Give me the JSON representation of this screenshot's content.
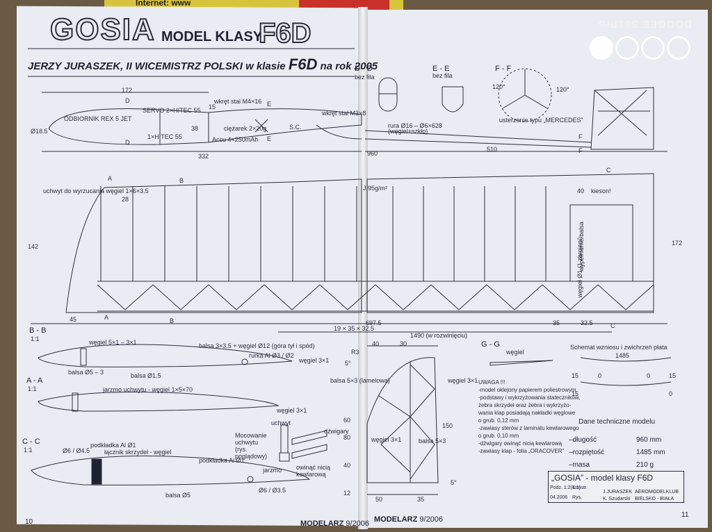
{
  "background": {
    "url_fragment": "Internet: www"
  },
  "header": {
    "title": "GOSIA",
    "subtitle": "MODEL KLASY",
    "class_code": "F6D",
    "author_line": "JERZY JURASZEK, II WICEMISTRZ POLSKI w klasie",
    "author_class": "F6D",
    "author_suffix": "na rok 2005"
  },
  "watermark": {
    "text": "DOOGEE S61Pro"
  },
  "fuselage": {
    "labels": [
      "ODBIORNIK REX 5 JET",
      "SERVO 2×HITEC 55",
      "1×HITEC 55",
      "wkręt stal M4×16",
      "wkręt stal M3×8",
      "ciężarek 2×20g",
      "Accu 4×250mAh",
      "S.C.",
      "rura Ø16 – Ø6×628",
      "(węgiel+szkło)"
    ],
    "dims": [
      "172",
      "332",
      "960",
      "510",
      "Ø18.5",
      "38",
      "15"
    ]
  },
  "sections": {
    "dd": "D - D",
    "dd_note": "bez fila",
    "ee": "E - E",
    "ee_note": "bez fila",
    "ff": "F - F",
    "ff_note": "usterzenie typu „MERCEDES”",
    "angles": [
      "120°",
      "120°"
    ],
    "bb": "B - B",
    "aa": "A - A",
    "cc": "C - C",
    "gg": "G - G",
    "scale": "1:1"
  },
  "wing": {
    "labels": [
      "uchwyt do wyrzucania węgiel 1×6×3.5",
      "J 95g/m²",
      "kieson!",
      "wypełnienie-balsa",
      "węgiel Ø1 (1 zbrojeni)"
    ],
    "dims": [
      "142",
      "45",
      "19 × 35 × 32.5",
      "697.5",
      "35",
      "32.5",
      "1490 (w rozwinięciu)",
      "172",
      "40",
      "28"
    ],
    "markers": [
      "A",
      "A",
      "B",
      "B",
      "C",
      "C",
      "D",
      "D",
      "E",
      "E",
      "F",
      "F"
    ]
  },
  "profiles": {
    "bb_labels": [
      "węgiel 5×1 – 3×1",
      "balsa 3×3.5 + węgiel Ø12 (góra tył i spód)",
      "rurka Al Ø3 / Ø2",
      "węgiel 3×1",
      "balsa Ø5 – 3",
      "balsa Ø1.5"
    ],
    "aa_labels": [
      "jarzmo uchwytu - węgiel 1×5×70",
      "węgiel 3×1"
    ],
    "cc_labels": [
      "podkładka Al Ø1",
      "Ø6 / Ø4.5",
      "łącznik skrzydeł - węgiel",
      "podkładka Al Ø1",
      "balsa Ø5",
      "Ø6 / Ø3.5"
    ],
    "mount_labels": [
      "uchwyt",
      "Mocowanie uchwytu (rys. poglądowy)",
      "dźwigary",
      "jarzmo",
      "owinąć nicią kewlarową"
    ]
  },
  "tail": {
    "labels": [
      "balsa 5×3 (lamelowa)",
      "węgiel 3×1",
      "balsa 5×3",
      "węgiel 3×1",
      "węgiel"
    ],
    "dims": [
      "40",
      "30",
      "150",
      "60",
      "80",
      "40",
      "50",
      "35",
      "12",
      "5°",
      "5°",
      "R3"
    ]
  },
  "notes": {
    "heading": "UWAGA !!!",
    "lines": [
      "-model oklejony papierem poliestrowym",
      "-podstawy i wykrzyżowania stateczników,",
      " żebra skrzydeł oraz żebra i wykrzyżo-",
      " wania klap posiadają nakładki węglowe",
      " o grub. 0,12 mm",
      "-zawiasy sterów z laminatu kewlarowego",
      " o grub. 0,10 mm",
      "-dźwigary owinąć nicią kewlarową",
      "-zawiasy klap - folia „ORACOVER”"
    ]
  },
  "schema": {
    "title": "Schemat wzniosu i zwichrzeń płata",
    "dims": [
      "1485",
      "15",
      "0",
      "0",
      "15",
      "15",
      "0"
    ]
  },
  "specs": {
    "title": "Dane techniczne modelu",
    "rows": [
      {
        "label": "długość",
        "value": "960 mm"
      },
      {
        "label": "rozpiętość",
        "value": "1485 mm"
      },
      {
        "label": "masa",
        "value": "210 g"
      }
    ]
  },
  "titleblock": {
    "title": "„GOSIA” - model klasy F6D",
    "podz": "Podz. 1:2(1:1)",
    "konstr": "Konstr.",
    "constructor": "J.JURASZEK",
    "club": "AEROMODELKLUB",
    "date": "04.2006",
    "rys": "Rys.",
    "drawer": "K. Szudarski",
    "city": "BIELSKO - BIAŁA"
  },
  "footer": {
    "page_left": "10",
    "page_right": "11",
    "magazine_left": "MODELARZ",
    "issue_left": "9/2006",
    "magazine_right": "MODELARZ",
    "issue_right": "9/2006"
  },
  "colors": {
    "paper": "#e9ecf2",
    "ink": "#1e2230",
    "background": "#6a5a44"
  }
}
